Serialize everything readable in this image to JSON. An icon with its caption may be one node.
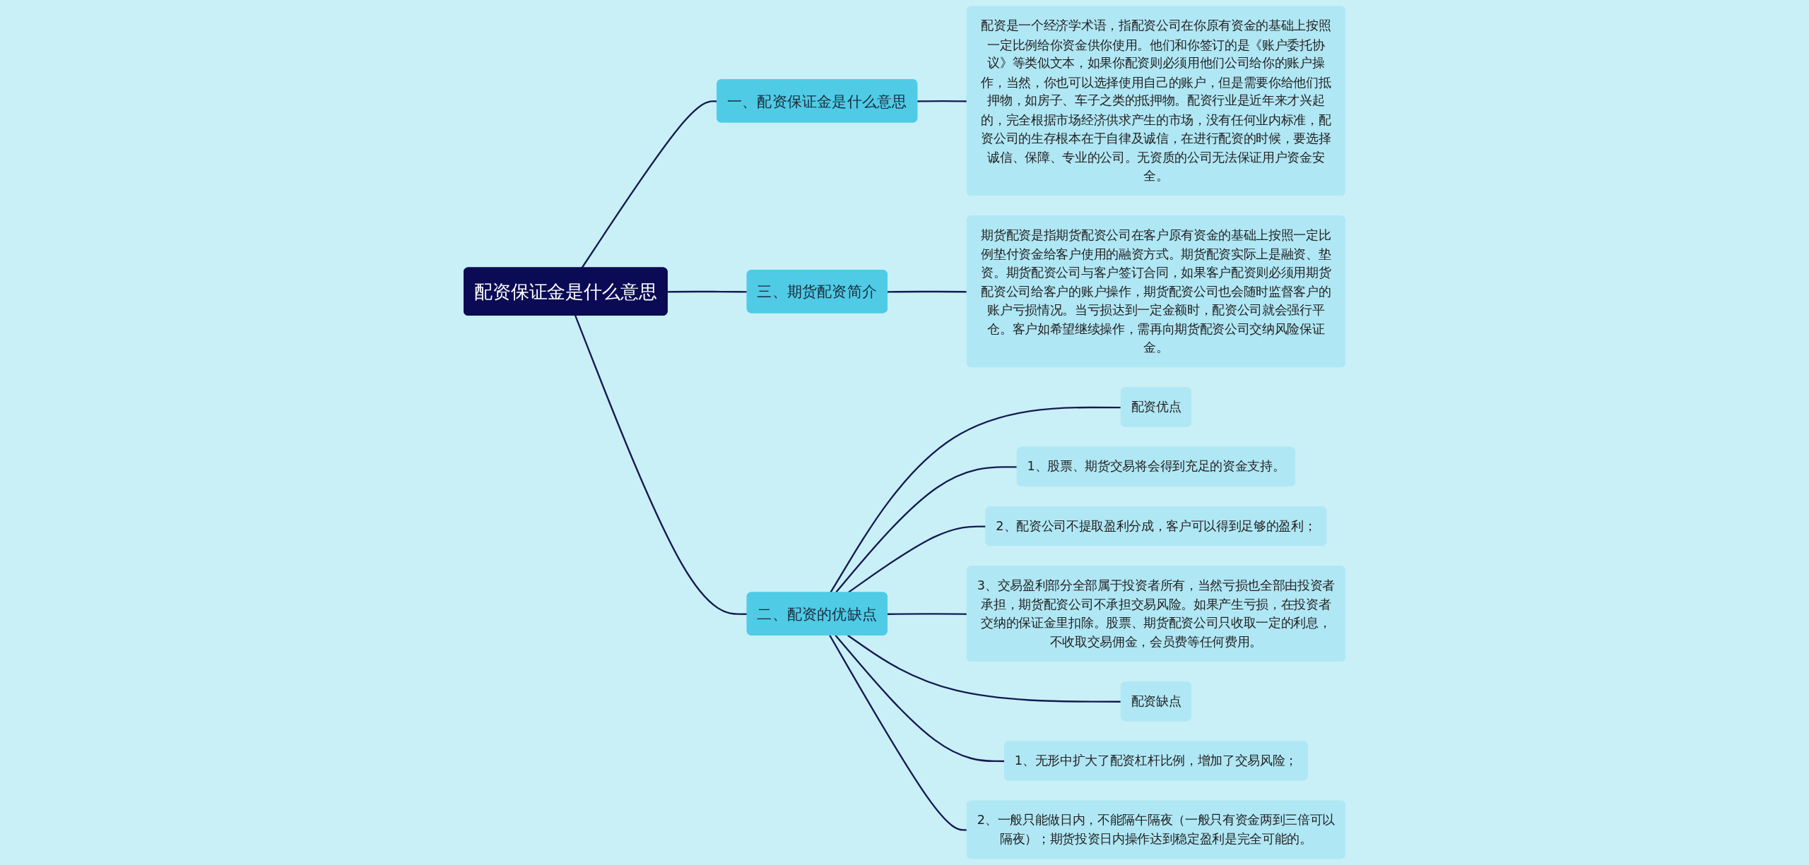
{
  "diagram": {
    "nodes": [
      {
        "text": [
          "配资保证金是什么意思"
        ]
      },
      {
        "text": [
          "一、配资保证金是什么意思"
        ]
      },
      {
        "text": [
          "配资是一个经济学术语，指配资公司在你原有资金的基础上按照一定比例给你资金供你使用。他们和你签订的是《账户委托协议》等类似文本，如果你配资则必须用他们公司给你的账户操作，当然，你也可以选择使用自己的账户，但是需要你给他们抵押物，如房子、车子之类的抵押物。配资行业是近年来才兴起的，完全根据市场经济供求产生的市场，没有任何业内标准，配资公司的生存根本在于自律及诚信，在进行配资的时候，要选择诚信、保障、专业的公司。无资质的公司无法保证用户资金安全。"
        ]
      },
      {
        "text": [
          "三、期货配资简介"
        ]
      },
      {
        "text": [
          "期货配资是指期货配资公司在客户原有资金的基础上按照一定比例垫付资金给客户使用的融资方式。期货配资实际上是融资、垫资。期货配资公司与客户签订合同，如果客户配资则必须用期货配资公司给客户的账户操作，期货配资公司也会随时监督客户的账户亏损情况。当亏损达到一定金额时，配资公司就会强行平仓。客户如希望继续操作，需再向期货配资公司交纳风险保证金。"
        ]
      },
      {
        "text": [
          "二、配资的优缺点"
        ]
      },
      {
        "text": [
          "配资优点"
        ]
      },
      {
        "text": [
          "1、股票、期货交易将会得到充足的资金支持。"
        ]
      },
      {
        "text": [
          "2、配资公司不提取盈利分成，客户可以得到足够的盈利；"
        ]
      },
      {
        "text": [
          "3、交易盈利部分全部属于投资者所有，当然亏损也全部由投资者承担，期货配资公司不承担交易风险。如果产生亏损，在投资者交纳的保证金里扣除。股票、期货配资公司只收取一定的利息，不收取交易佣金，会员费等任何费用。"
        ]
      },
      {
        "text": [
          "配资缺点"
        ]
      },
      {
        "text": [
          "1、无形中扩大了配资杠杆比例，增加了交易风险；"
        ]
      },
      {
        "text": [
          "2、一般只能做日内，不能隔午隔夜（一般只有资金两到三倍可以隔夜）；期货投资日内操作达到稳定盈利是完全可能的。"
        ]
      }
    ],
    "edges": [
      {
        "from": 0,
        "to": 1,
        "arrow": "none"
      },
      {
        "from": 1,
        "to": 2,
        "arrow": "none"
      },
      {
        "from": 0,
        "to": 3,
        "arrow": "none"
      },
      {
        "from": 3,
        "to": 4,
        "arrow": "none"
      },
      {
        "from": 0,
        "to": 5,
        "arrow": "none"
      },
      {
        "from": 5,
        "to": 6,
        "arrow": "none"
      },
      {
        "from": 5,
        "to": 7,
        "arrow": "none"
      },
      {
        "from": 5,
        "to": 8,
        "arrow": "none"
      },
      {
        "from": 5,
        "to": 9,
        "arrow": "none"
      },
      {
        "from": 5,
        "to": 10,
        "arrow": "none"
      },
      {
        "from": 5,
        "to": 11,
        "arrow": "none"
      },
      {
        "from": 5,
        "to": 12,
        "arrow": "none"
      }
    ]
  }
}
